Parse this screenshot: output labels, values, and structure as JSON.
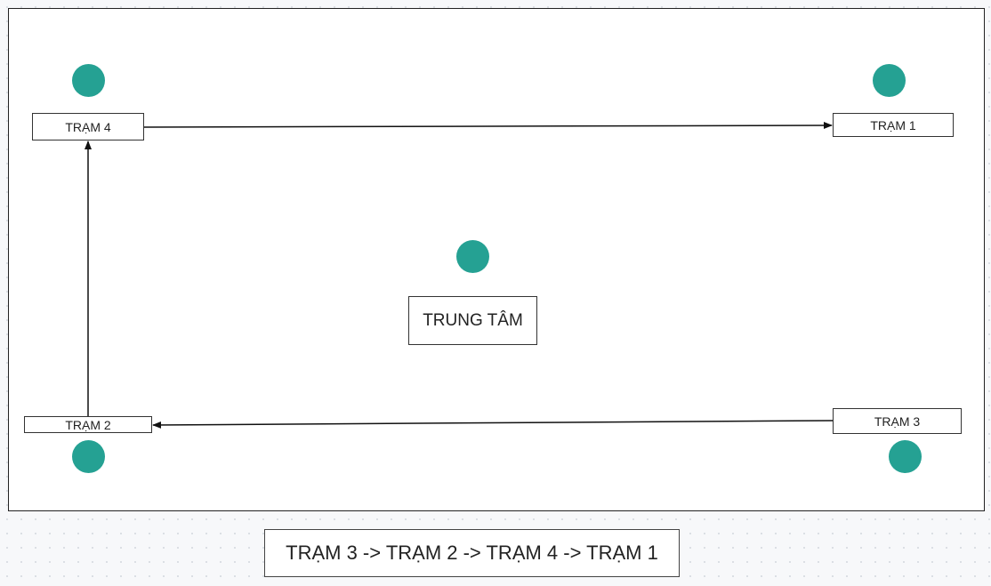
{
  "colors": {
    "node_dot": "#25a193",
    "border": "#333333",
    "arrow": "#111111"
  },
  "nodes": {
    "tram1": {
      "label": "TRẠM 1"
    },
    "tram2": {
      "label": "TRẠM 2"
    },
    "tram3": {
      "label": "TRẠM 3"
    },
    "tram4": {
      "label": "TRẠM 4"
    },
    "center": {
      "label": "TRUNG TÂM"
    }
  },
  "route": {
    "text": "TRẠM 3 -> TRẠM 2 -> TRẠM 4 -> TRẠM 1"
  },
  "edges": [
    {
      "from": "TRẠM 3",
      "to": "TRẠM 2"
    },
    {
      "from": "TRẠM 2",
      "to": "TRẠM 4"
    },
    {
      "from": "TRẠM 4",
      "to": "TRẠM 1"
    }
  ]
}
